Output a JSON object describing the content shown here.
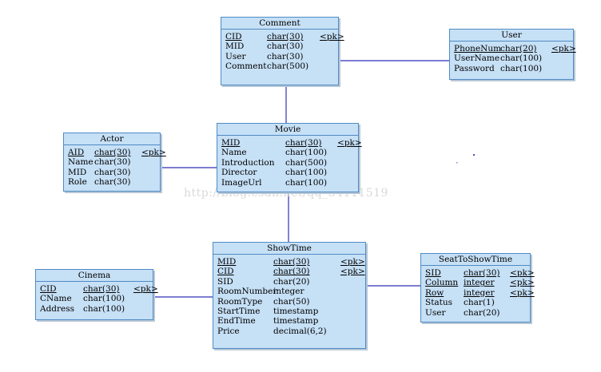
{
  "entities": {
    "comment": {
      "title": "Comment",
      "rows": [
        {
          "name": "CID",
          "type": "char(30)",
          "key": "<pk>",
          "pk": true
        },
        {
          "name": "MID",
          "type": "char(30)",
          "key": "",
          "pk": false
        },
        {
          "name": "User",
          "type": "char(30)",
          "key": "",
          "pk": false
        },
        {
          "name": "Comment",
          "type": "char(500)",
          "key": "",
          "pk": false
        }
      ]
    },
    "user": {
      "title": "User",
      "rows": [
        {
          "name": "PhoneNum",
          "type": "char(20)",
          "key": "<pk>",
          "pk": true
        },
        {
          "name": "UserName",
          "type": "char(100)",
          "key": "",
          "pk": false
        },
        {
          "name": "Password",
          "type": "char(100)",
          "key": "",
          "pk": false
        }
      ]
    },
    "actor": {
      "title": "Actor",
      "rows": [
        {
          "name": "AID",
          "type": "char(30)",
          "key": "<pk>",
          "pk": true
        },
        {
          "name": "Name",
          "type": "char(30)",
          "key": "",
          "pk": false
        },
        {
          "name": "MID",
          "type": "char(30)",
          "key": "",
          "pk": false
        },
        {
          "name": "Role",
          "type": "char(30)",
          "key": "",
          "pk": false
        }
      ]
    },
    "movie": {
      "title": "Movie",
      "rows": [
        {
          "name": "MID",
          "type": "char(30)",
          "key": "<pk>",
          "pk": true
        },
        {
          "name": "Name",
          "type": "char(100)",
          "key": "",
          "pk": false
        },
        {
          "name": "Introduction",
          "type": "char(500)",
          "key": "",
          "pk": false
        },
        {
          "name": "Director",
          "type": "char(100)",
          "key": "",
          "pk": false
        },
        {
          "name": "ImageUrl",
          "type": "char(100)",
          "key": "",
          "pk": false
        }
      ]
    },
    "showtime": {
      "title": "ShowTime",
      "rows": [
        {
          "name": "MID",
          "type": "char(30)",
          "key": "<pk>",
          "pk": true
        },
        {
          "name": "CID",
          "type": "char(30)",
          "key": "<pk>",
          "pk": true
        },
        {
          "name": "SID",
          "type": "char(20)",
          "key": "",
          "pk": false
        },
        {
          "name": "RoomNumber",
          "type": "integer",
          "key": "",
          "pk": false
        },
        {
          "name": "RoomType",
          "type": "char(50)",
          "key": "",
          "pk": false
        },
        {
          "name": "StartTime",
          "type": "timestamp",
          "key": "",
          "pk": false
        },
        {
          "name": "EndTime",
          "type": "timestamp",
          "key": "",
          "pk": false
        },
        {
          "name": "Price",
          "type": "decimal(6,2)",
          "key": "",
          "pk": false
        }
      ]
    },
    "cinema": {
      "title": "Cinema",
      "rows": [
        {
          "name": "CID",
          "type": "char(30)",
          "key": "<pk>",
          "pk": true
        },
        {
          "name": "CName",
          "type": "char(100)",
          "key": "",
          "pk": false
        },
        {
          "name": "Address",
          "type": "char(100)",
          "key": "",
          "pk": false
        }
      ]
    },
    "seat": {
      "title": "SeatToShowTime",
      "rows": [
        {
          "name": "SID",
          "type": "char(30)",
          "key": "<pk>",
          "pk": true
        },
        {
          "name": "Column",
          "type": "integer",
          "key": "<pk>",
          "pk": true
        },
        {
          "name": "Row",
          "type": "integer",
          "key": "<pk>",
          "pk": true
        },
        {
          "name": "Status",
          "type": "char(1)",
          "key": "",
          "pk": false
        },
        {
          "name": "User",
          "type": "char(20)",
          "key": "",
          "pk": false
        }
      ]
    }
  },
  "watermark": "http://blog.csdn.net/qq_34111519",
  "colors": {
    "entity_fill": "#c6e0f6",
    "entity_border": "#4f8bc4",
    "connector": "#2f2fb8"
  }
}
